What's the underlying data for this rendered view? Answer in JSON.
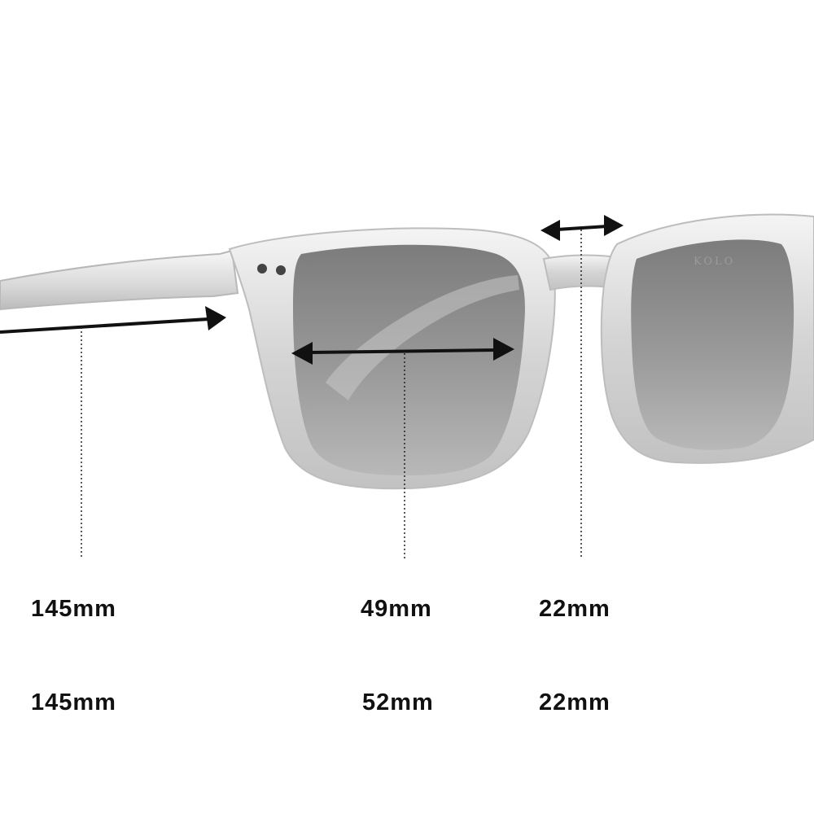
{
  "image": {
    "subject": "sunglasses-photo",
    "frame_color": "#d6d6d6",
    "lens_color": "#8a8a8a",
    "arrow_color": "#111111"
  },
  "measurements": {
    "row1": {
      "temple": "145mm",
      "lens": "49mm",
      "bridge": "22mm"
    },
    "row2": {
      "temple": "145mm",
      "lens": "52mm",
      "bridge": "22mm"
    }
  },
  "brand_mark": "KOLO"
}
